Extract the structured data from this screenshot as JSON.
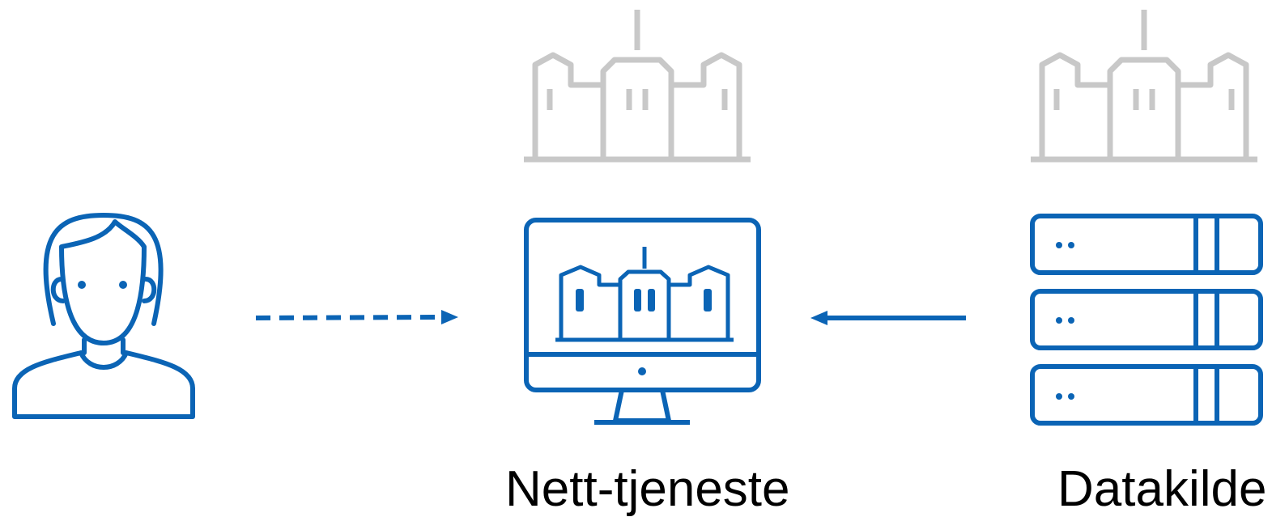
{
  "labels": {
    "service": "Nett-tjeneste",
    "source": "Datakilde"
  },
  "nodes": [
    {
      "id": "user",
      "icon": "person-icon"
    },
    {
      "id": "service",
      "icon": "monitor-icon",
      "badge": "building-icon"
    },
    {
      "id": "source",
      "icon": "server-stack-icon"
    }
  ],
  "edges": [
    {
      "from": "user",
      "to": "service",
      "style": "dashed"
    },
    {
      "from": "source",
      "to": "service",
      "style": "solid"
    }
  ],
  "colors": {
    "primary": "#0b64b5",
    "muted": "#c8c8c8",
    "text": "#000000"
  }
}
